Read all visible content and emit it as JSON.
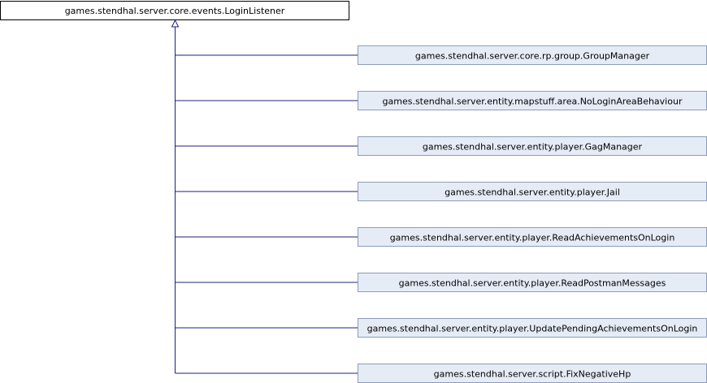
{
  "diagram": {
    "base_class": {
      "label": "games.stendhal.server.core.events.LoginListener"
    },
    "derived_classes": [
      {
        "label": "games.stendhal.server.core.rp.group.GroupManager"
      },
      {
        "label": "games.stendhal.server.entity.mapstuff.area.NoLoginAreaBehaviour"
      },
      {
        "label": "games.stendhal.server.entity.player.GagManager"
      },
      {
        "label": "games.stendhal.server.entity.player.Jail"
      },
      {
        "label": "games.stendhal.server.entity.player.ReadAchievementsOnLogin"
      },
      {
        "label": "games.stendhal.server.entity.player.ReadPostmanMessages"
      },
      {
        "label": "games.stendhal.server.entity.player.UpdatePendingAchievementsOnLogin"
      },
      {
        "label": "games.stendhal.server.script.FixNegativeHp"
      }
    ],
    "colors": {
      "edge": "#1a237e",
      "derived_fill": "#e6ecf6",
      "base_fill": "#ffffff"
    }
  }
}
